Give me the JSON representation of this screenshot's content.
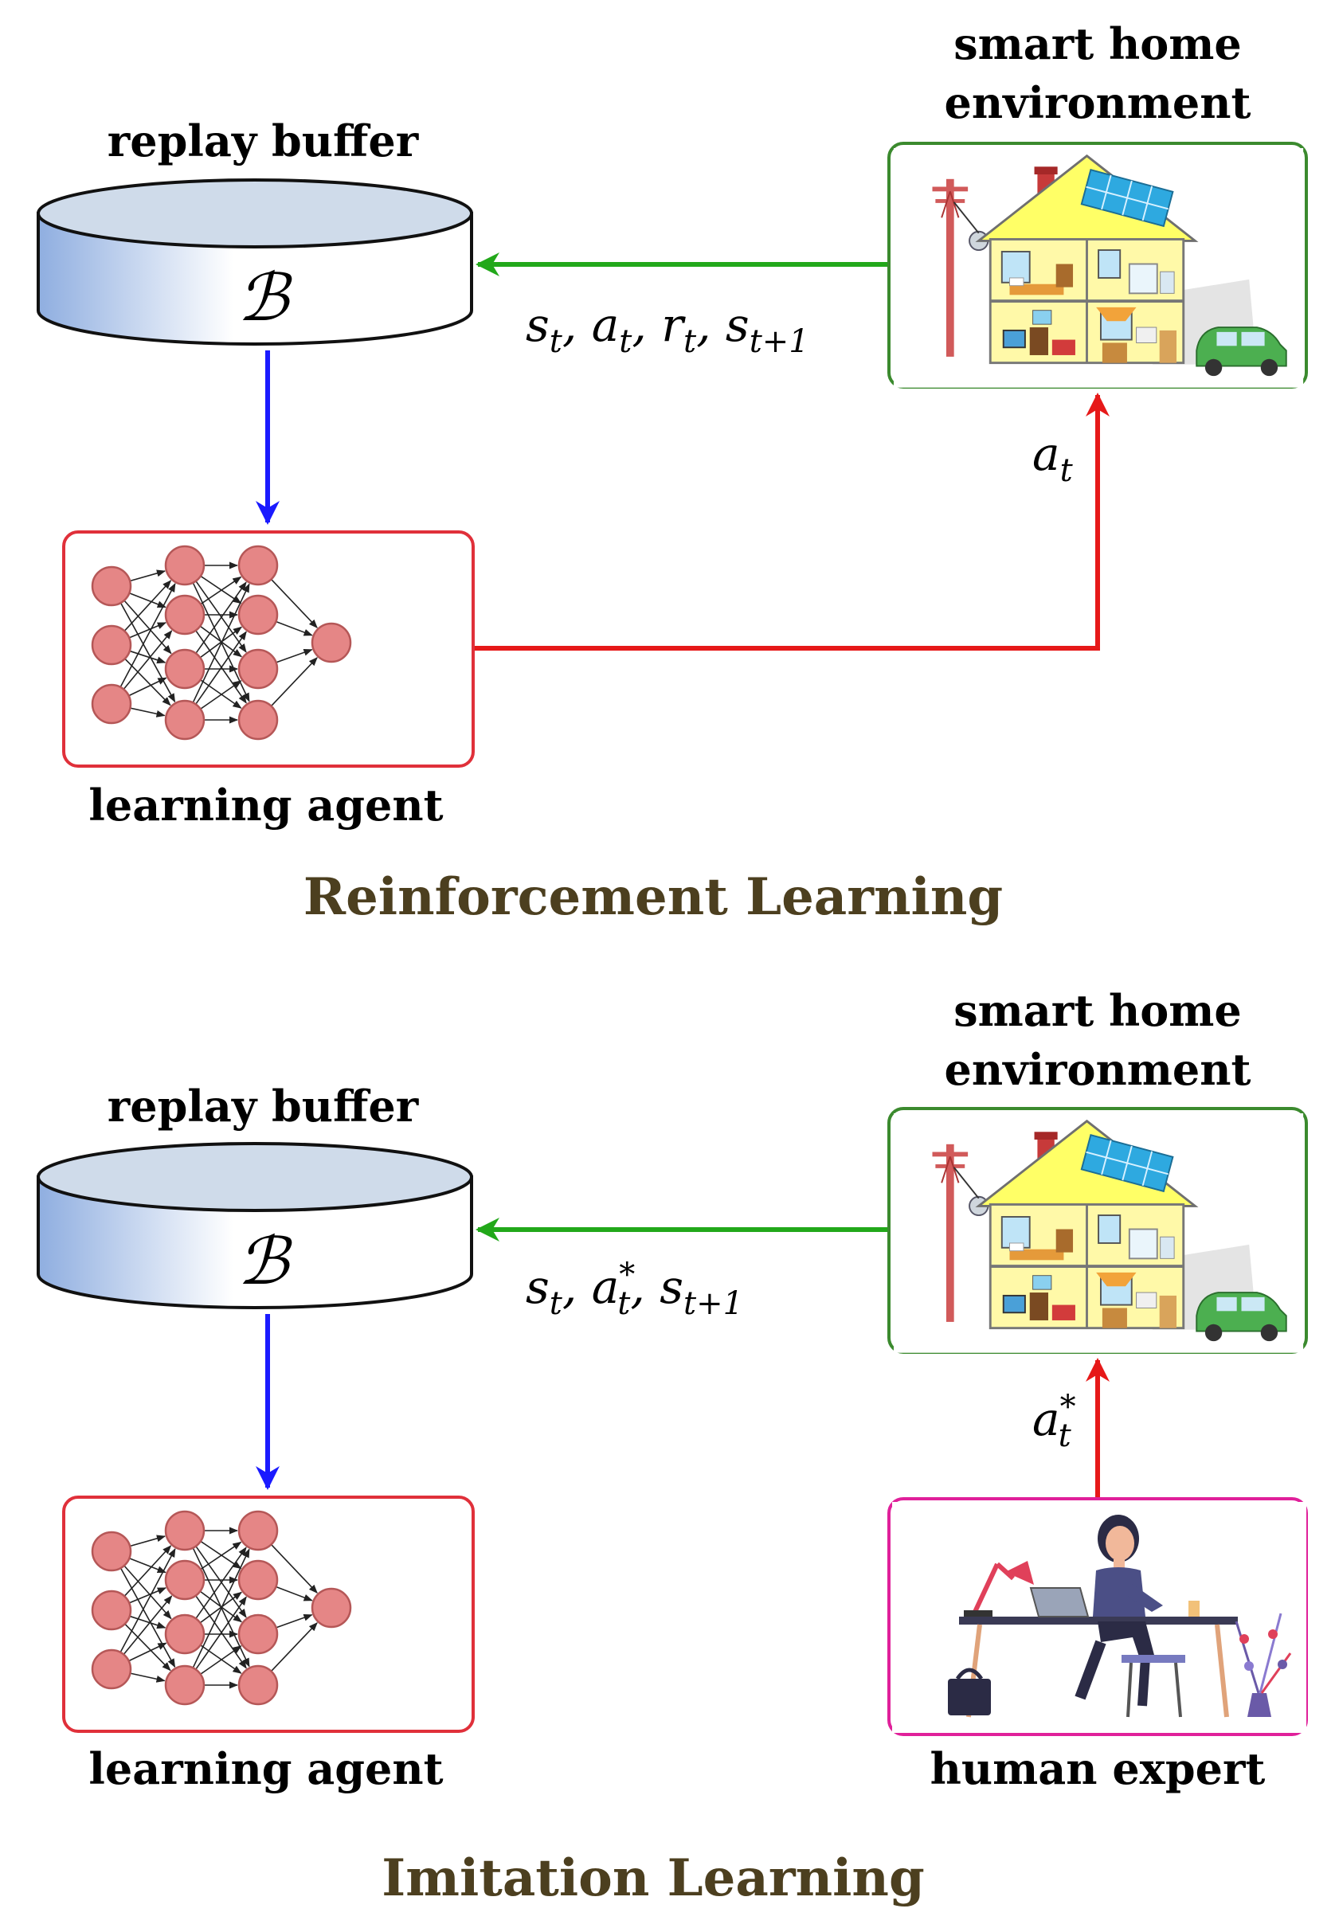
{
  "sections": [
    {
      "title": "Reinforcement Learning",
      "buffer_label": "replay buffer",
      "buffer_symbol": "ℬ",
      "agent_label": "learning agent",
      "env_label_line1": "smart home",
      "env_label_line2": "environment",
      "transition_tuple": "s_t, a_t, r_t, s_{t+1}",
      "action_label": "a_t"
    },
    {
      "title": "Imitation Learning",
      "buffer_label": "replay buffer",
      "buffer_symbol": "ℬ",
      "agent_label": "learning agent",
      "env_label_line1": "smart home",
      "env_label_line2": "environment",
      "transition_tuple": "s_t, a*_t, s_{t+1}",
      "action_label": "a*_t",
      "expert_label": "human expert"
    }
  ],
  "colors": {
    "transition_arrow": "#22a81a",
    "sample_arrow": "#1a1aff",
    "action_arrow": "#e61919",
    "agent_box": "#e0303a",
    "env_box": "#3b8a2e",
    "expert_box": "#e0209a",
    "section_title": "#4c3f1f"
  },
  "icons": [
    "database-cylinder-icon",
    "neural-network-icon",
    "smart-house-icon",
    "human-expert-icon"
  ]
}
